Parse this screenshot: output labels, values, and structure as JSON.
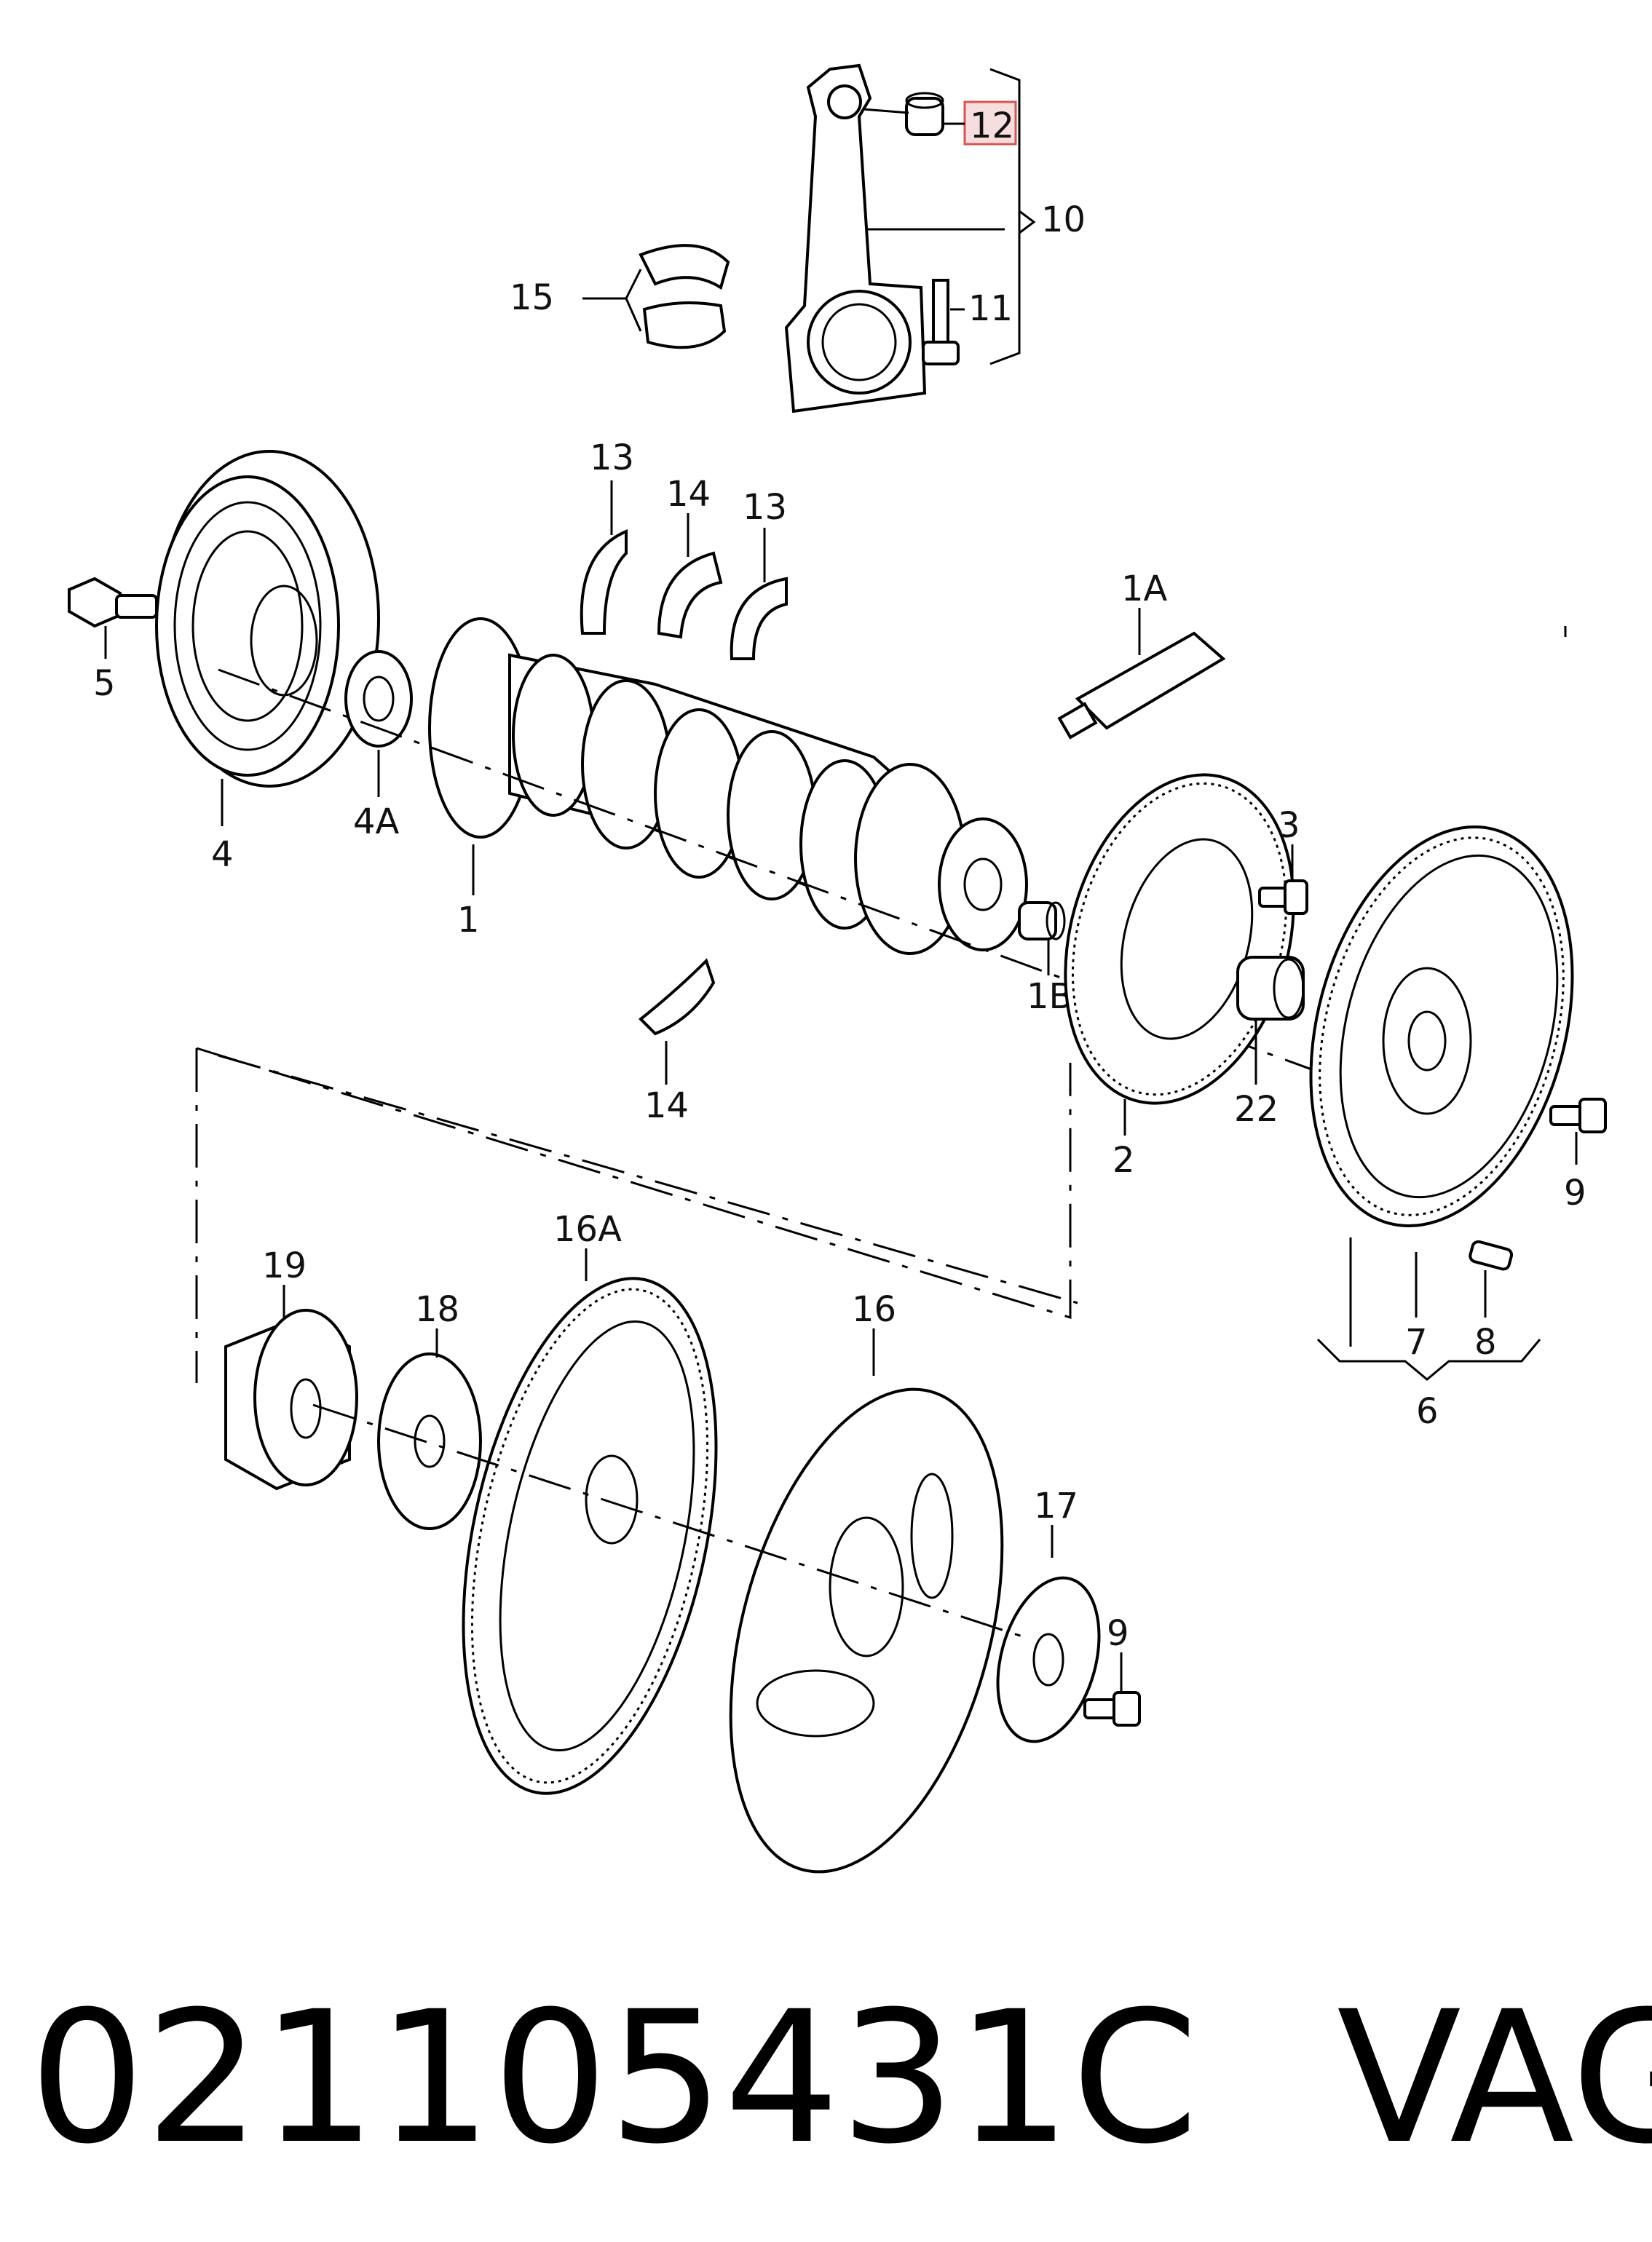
{
  "callouts": {
    "c12": "12",
    "c10": "10",
    "c15": "15",
    "c11": "11",
    "c13a": "13",
    "c14a": "14",
    "c13b": "13",
    "c1A": "1A",
    "c5": "5",
    "c4A": "4A",
    "c4": "4",
    "c1": "1",
    "c1B": "1B",
    "c3": "3",
    "c22": "22",
    "c2": "2",
    "c14b": "14",
    "c9a": "9",
    "c7": "7",
    "c8": "8",
    "c6": "6",
    "c19": "19",
    "c18": "18",
    "c16A": "16A",
    "c16": "16",
    "c17": "17",
    "c9b": "9"
  },
  "highlighted_callout": "12",
  "footer": {
    "part_number": "021105431C",
    "brand": "VAG"
  },
  "colors": {
    "highlight_fill": "#f7dede",
    "highlight_border": "#d9534f",
    "ink": "#000000"
  }
}
